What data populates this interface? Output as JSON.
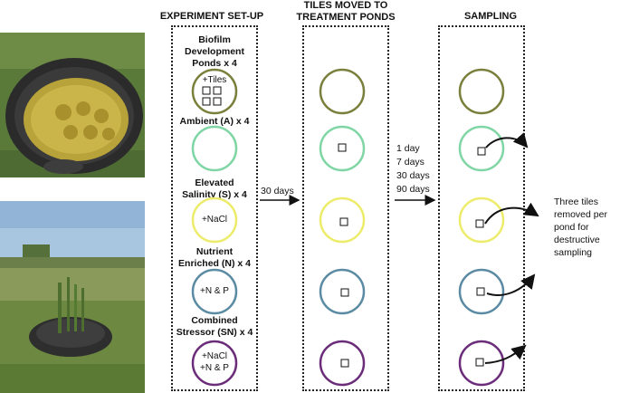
{
  "headers": {
    "setup": "EXPERIMENT SET-UP",
    "moved_line1": "TILES MOVED TO",
    "moved_line2": "TREATMENT PONDS",
    "sampling": "SAMPLING"
  },
  "setup_labels": {
    "biofilm_1": "Biofilm",
    "biofilm_2": "Development",
    "biofilm_3": "Ponds x 4",
    "ambient": "Ambient (A)  x 4",
    "elevated_1": "Elevated",
    "elevated_2": "Salinity (S) x 4",
    "nutrient_1": "Nutrient",
    "nutrient_2": "Enriched (N) x 4",
    "combined_1": "Combined",
    "combined_2": "Stressor (SN) x 4"
  },
  "circle_texts": {
    "tiles": "+Tiles",
    "nacl": "+NaCl",
    "np": "+N & P",
    "sn_1": "+NaCl",
    "sn_2": "+N & P"
  },
  "arrow_labels": {
    "days30": "30 days",
    "d1": "1 day",
    "d7": "7 days",
    "d30": "30 days",
    "d90": "90 days"
  },
  "sampling_note": {
    "line1": "Three tiles",
    "line2": "removed per",
    "line3": "pond for",
    "line4": "destructive",
    "line5": "sampling"
  },
  "colors": {
    "biofilm": "#7a7f3c",
    "ambient": "#7fd6a4",
    "salinity": "#ecec6a",
    "nutrient": "#5b8aa3",
    "combined": "#6b2d7a"
  }
}
